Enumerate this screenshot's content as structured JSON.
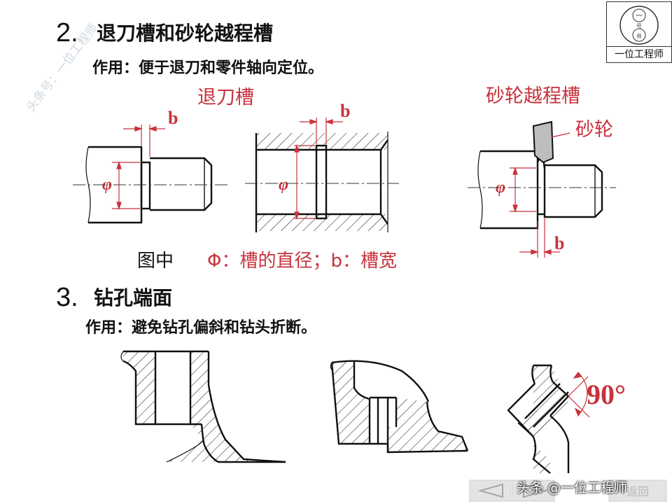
{
  "watermark": "头条号：一位工程师",
  "logo": {
    "label": "一位工程师",
    "glyphs": [
      "一",
      "号",
      "师"
    ]
  },
  "section2": {
    "number": "2.",
    "title": "退刀槽和砂轮越程槽",
    "usage": "作用：便于退刀和零件轴向定位。",
    "caption_undercut": "退刀槽",
    "caption_grinding": "砂轮越程槽",
    "wheel_label": "砂轮",
    "dim_b": "b",
    "dim_phi": "φ",
    "legend_prefix": "图中",
    "legend_text": "Φ：槽的直径；b：槽宽"
  },
  "section3": {
    "number": "3.",
    "title": "钻孔端面",
    "usage": "作用：避免钻孔偏斜和钻头折断。",
    "angle": "90°"
  },
  "footer": {
    "credit": "头条 @一位工程师",
    "back_label": "返回"
  },
  "colors": {
    "annotation": "#c8323c",
    "line": "#111111"
  }
}
